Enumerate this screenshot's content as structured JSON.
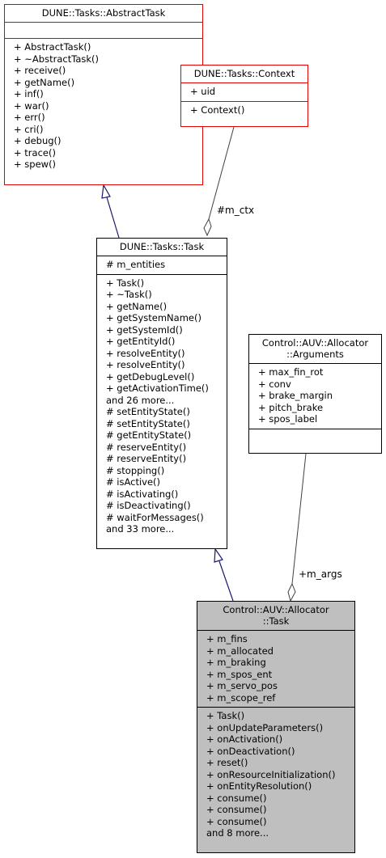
{
  "classes": {
    "abstract_task": {
      "title": [
        "DUNE::Tasks::AbstractTask"
      ],
      "attributes": [],
      "methods": [
        "+ AbstractTask()",
        "+ ~AbstractTask()",
        "+ receive()",
        "+ getName()",
        "+ inf()",
        "+ war()",
        "+ err()",
        "+ cri()",
        "+ debug()",
        "+ trace()",
        "+ spew()"
      ]
    },
    "context": {
      "title": [
        "DUNE::Tasks::Context"
      ],
      "attributes": [
        "+ uid"
      ],
      "methods": [
        "+ Context()"
      ]
    },
    "task": {
      "title": [
        "DUNE::Tasks::Task"
      ],
      "attributes": [
        "# m_entities"
      ],
      "methods": [
        "+ Task()",
        "+ ~Task()",
        "+ getName()",
        "+ getSystemName()",
        "+ getSystemId()",
        "+ getEntityId()",
        "+ resolveEntity()",
        "+ resolveEntity()",
        "+ getDebugLevel()",
        "+ getActivationTime()",
        "and 26 more...",
        "# setEntityState()",
        "# setEntityState()",
        "# getEntityState()",
        "# reserveEntity()",
        "# reserveEntity()",
        "# stopping()",
        "# isActive()",
        "# isActivating()",
        "# isDeactivating()",
        "# waitForMessages()",
        "and 33 more..."
      ]
    },
    "arguments": {
      "title": [
        "Control::AUV::Allocator",
        "::Arguments"
      ],
      "attributes": [
        "+ max_fin_rot",
        "+ conv",
        "+ brake_margin",
        "+ pitch_brake",
        "+ spos_label"
      ],
      "methods": []
    },
    "allocator_task": {
      "title": [
        "Control::AUV::Allocator",
        "::Task"
      ],
      "attributes": [
        "+ m_fins",
        "+ m_allocated",
        "+ m_braking",
        "+ m_spos_ent",
        "+ m_servo_pos",
        "+ m_scope_ref"
      ],
      "methods": [
        "+ Task()",
        "+ onUpdateParameters()",
        "+ onActivation()",
        "+ onDeactivation()",
        "+ reset()",
        "+ onResourceInitialization()",
        "+ onEntityResolution()",
        "+ consume()",
        "+ consume()",
        "+ consume()",
        "and 8 more..."
      ]
    }
  },
  "edge_labels": {
    "ctx": "#m_ctx",
    "args": "+m_args"
  },
  "colors": {
    "red_border": "#e00000",
    "navy_arrow": "#191970",
    "grey_line": "#404040",
    "highlight_fill": "#bfbfbf"
  }
}
